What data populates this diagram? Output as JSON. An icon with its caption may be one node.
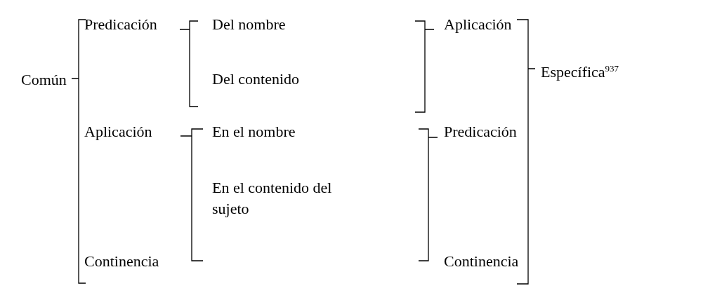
{
  "diagram": {
    "labels": [
      "Común",
      "Predicación",
      "Del nombre",
      "Del contenido",
      "Aplicación",
      "Aplicación",
      "En el nombre",
      "En el contenido del sujeto",
      "Predicación",
      "Continencia",
      "Continencia",
      "Específica$^{937}$"
    ]
  }
}
